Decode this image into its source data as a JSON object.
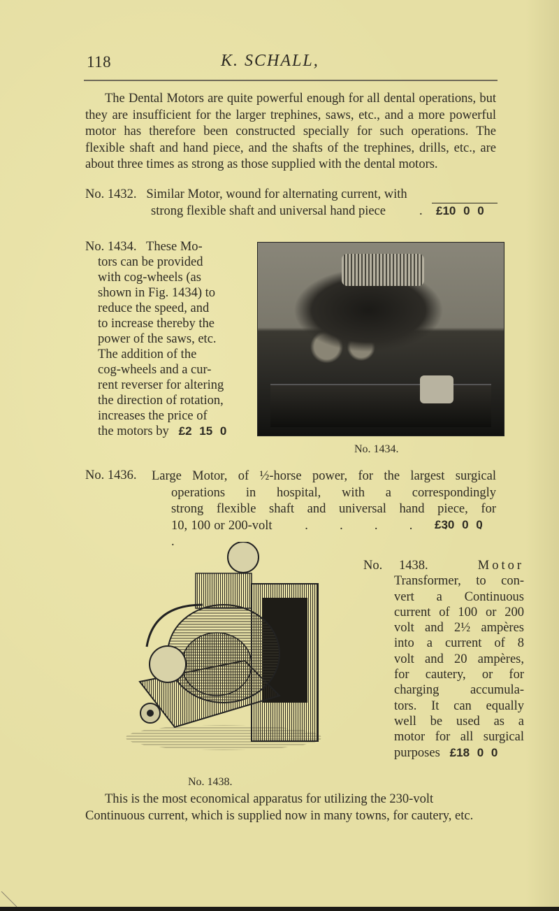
{
  "header": {
    "page_number": "118",
    "running_title": "K. SCHALL,"
  },
  "intro_paragraph": "The Dental Motors are quite powerful enough for all dental operations, but they are insufficient for the larger trephines, saws, etc., and a more powerful motor has therefore been constructed specially for such operations. The flexible shaft and hand piece, and the shafts of the trephines, drills, etc., are about three times as strong as those supplied with the dental motors.",
  "items": [
    {
      "number": "No. 1432.",
      "line1": "Similar Motor, wound for alternating current, with",
      "line2": "strong flexible shaft and universal hand piece",
      "leader": ".",
      "price": "£10 0 0"
    },
    {
      "number": "No. 1434.",
      "lines": [
        "These Mo-",
        "tors can be provided",
        "with cog-wheels (as",
        "shown in Fig. 1434) to",
        "reduce the speed, and",
        "to increase thereby the",
        "power of the saws, etc.",
        "The addition of the",
        "cog-wheels and a cur-",
        "rent reverser for altering",
        "the direction of rotation,",
        "increases the price of",
        "the motors by"
      ],
      "fig_word": "Fig.",
      "price": "£2 15 0",
      "figure_caption": "No. 1434."
    },
    {
      "number": "No. 1436.",
      "lines": [
        "Large Motor, of ½-horse power, for the largest surgical",
        "operations in hospital, with a correspondingly",
        "strong flexible shaft and universal hand piece, for",
        "10, 100 or 200-volt"
      ],
      "leader": ". . . . . . .",
      "price": "£30 0 0"
    },
    {
      "number": "No. 1438.",
      "lines": [
        "Motor",
        "Transformer, to con-",
        "vert a Continuous",
        "current of 100 or 200",
        "volt and 2½ ampères",
        "into a current of 8",
        "volt and 20 ampères,",
        "for cautery, or for",
        "charging accumula-",
        "tors. It can equally",
        "well be used as a",
        "motor for all surgical",
        "purposes"
      ],
      "price": "£18 0 0",
      "figure_caption": "No. 1438."
    }
  ],
  "closing_paragraph": "This is the most economical apparatus for utilizing the 230-volt Continuous current, which is supplied now in many towns, for cautery, etc.",
  "colors": {
    "paper": "#e6dfa4",
    "ink": "#2d2a22"
  }
}
